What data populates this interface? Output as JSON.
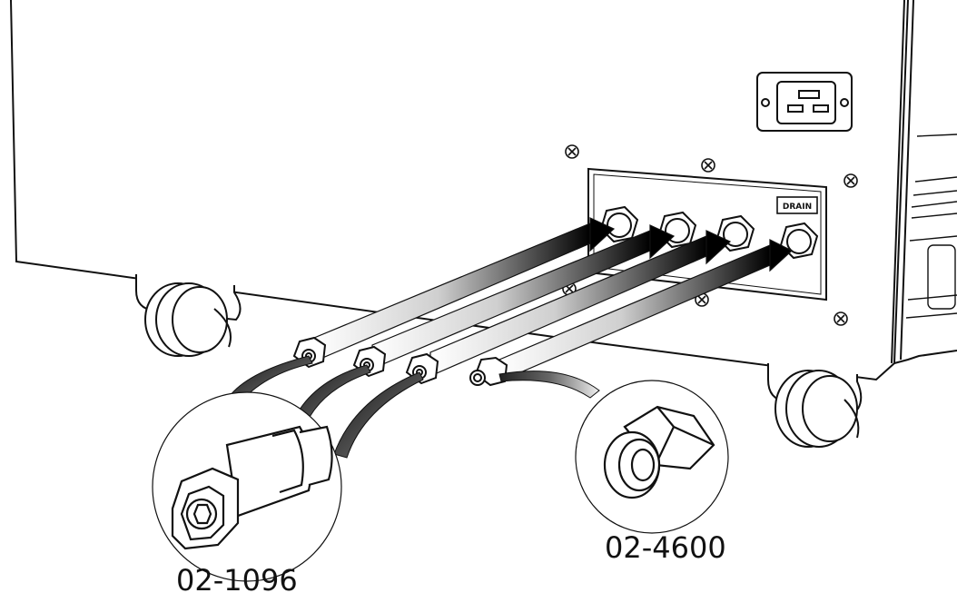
{
  "panel": {
    "drain_label": "DRAIN"
  },
  "callouts": {
    "left_part_number": "02-1096",
    "right_part_number": "02-4600"
  },
  "colors": {
    "line": "#111111",
    "background": "#ffffff"
  },
  "icons": {
    "power_inlet": "iec-power-inlet-icon",
    "screws": "panel-screw-icon",
    "casters": "caster-wheel-icon"
  }
}
